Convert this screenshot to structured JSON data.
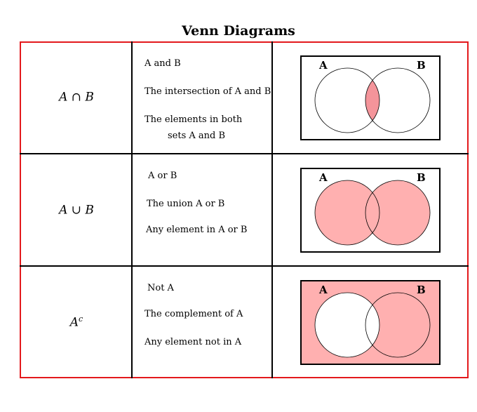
{
  "title": "Venn Diagrams",
  "colors": {
    "frame": "#e3191c",
    "fill": "#ffb0b0",
    "intersection": "#f4949a"
  },
  "rows": [
    {
      "notation_base": "A ∩ B",
      "notation_sup": "",
      "lines": [
        "A and B",
        "The intersection of A and B",
        "The elements in both",
        "sets A and B"
      ],
      "set_a_label": "A",
      "set_b_label": "B",
      "shading": "intersection"
    },
    {
      "notation_base": "A ∪ B",
      "notation_sup": "",
      "lines": [
        "A or B",
        "The union A or B",
        "Any element in A or B"
      ],
      "set_a_label": "A",
      "set_b_label": "B",
      "shading": "union"
    },
    {
      "notation_base": "A",
      "notation_sup": "c",
      "lines": [
        "Not A",
        "The complement of A",
        "Any element not in A"
      ],
      "set_a_label": "A",
      "set_b_label": "B",
      "shading": "complement"
    }
  ]
}
